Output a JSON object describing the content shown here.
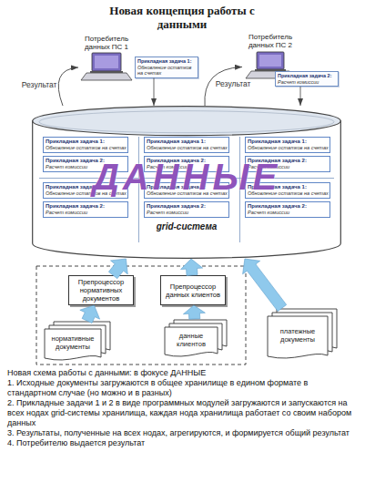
{
  "diagram": {
    "title": "Новая концепция работы с данными",
    "caption": "Новая схема работы с данными: в фокусе ДАННЫЕ",
    "nodes": [
      {
        "text": [
          "Потребитель данных ПС 1"
        ]
      },
      {
        "text": [
          "Прикладная задача 1:",
          "Обновление остатков на счетах"
        ]
      },
      {
        "text": [
          "Потребитель данных ПС 2"
        ]
      },
      {
        "text": [
          "Прикладная задача 2:",
          "Расчет комиссии"
        ]
      },
      {
        "text": [
          "ДАННЫЕ",
          "grid-система"
        ]
      },
      {
        "text": [
          "Прикладная задача 1:",
          "Обновление остатков на счетах"
        ],
        "in": 4
      },
      {
        "text": [
          "Прикладная задача 1:",
          "Обновление остатков на счетах"
        ],
        "in": 4
      },
      {
        "text": [
          "Прикладная задача 1:",
          "Обновление остатков на счетах"
        ],
        "in": 4
      },
      {
        "text": [
          "Прикладная задача 2:",
          "Расчет комиссии"
        ],
        "in": 4
      },
      {
        "text": [
          "Прикладная задача 2:",
          "Расчет комиссии"
        ],
        "in": 4
      },
      {
        "text": [
          "Прикладная задача 2:",
          "Расчет комиссии"
        ],
        "in": 4
      },
      {
        "text": [
          "Прикладная задача 1:",
          "Обновление остатков на счетах"
        ],
        "in": 4
      },
      {
        "text": [
          "Прикладная задача 1:",
          "Обновление остатков на счетах"
        ],
        "in": 4
      },
      {
        "text": [
          "Прикладная задача 1:",
          "Обновление остатков на счетах"
        ],
        "in": 4
      },
      {
        "text": [
          "Прикладная задача 2:",
          "Расчет комиссии"
        ],
        "in": 4
      },
      {
        "text": [
          "Прикладная задача 2:",
          "Расчет комиссии"
        ],
        "in": 4
      },
      {
        "text": [
          "Прикладная задача 2:",
          "Расчет комиссии"
        ],
        "in": 4
      },
      {
        "text": [
          "Препроцессор нормативных документов"
        ]
      },
      {
        "text": [
          "Препроцессор данных клиентов"
        ]
      },
      {
        "text": [
          "нормативные документы"
        ]
      },
      {
        "text": [
          "данные клиентов"
        ]
      },
      {
        "text": [
          "платежные документы"
        ]
      }
    ],
    "edges": [
      {
        "from": 4,
        "to": 0,
        "label": "Результат",
        "arrow": "to"
      },
      {
        "from": 1,
        "to": 4,
        "arrow": "to"
      },
      {
        "from": 4,
        "to": 2,
        "label": "Результат",
        "arrow": "to"
      },
      {
        "from": 3,
        "to": 4,
        "arrow": "to"
      },
      {
        "from": 19,
        "to": 17,
        "arrow": "to"
      },
      {
        "from": 20,
        "to": 18,
        "arrow": "to"
      },
      {
        "from": 17,
        "to": 4,
        "arrow": "to"
      },
      {
        "from": 18,
        "to": 4,
        "arrow": "to"
      },
      {
        "from": 21,
        "to": 4,
        "arrow": "to"
      }
    ],
    "labels": [
      "1. Исходные документы загружаются в общее хранилище в едином формате в стандартном случае (но можно и в разных)",
      "2. Прикладные задачи 1 и 2 в виде программных модулей загружаются и запускаются на всех нодах grid-системы хранилища, каждая нода хранилища работает со своим набором данных",
      "3. Результаты, полученные на всех нодах, агрегируются, и формируется общий результат",
      "4. Потребителю выдается результат"
    ]
  }
}
